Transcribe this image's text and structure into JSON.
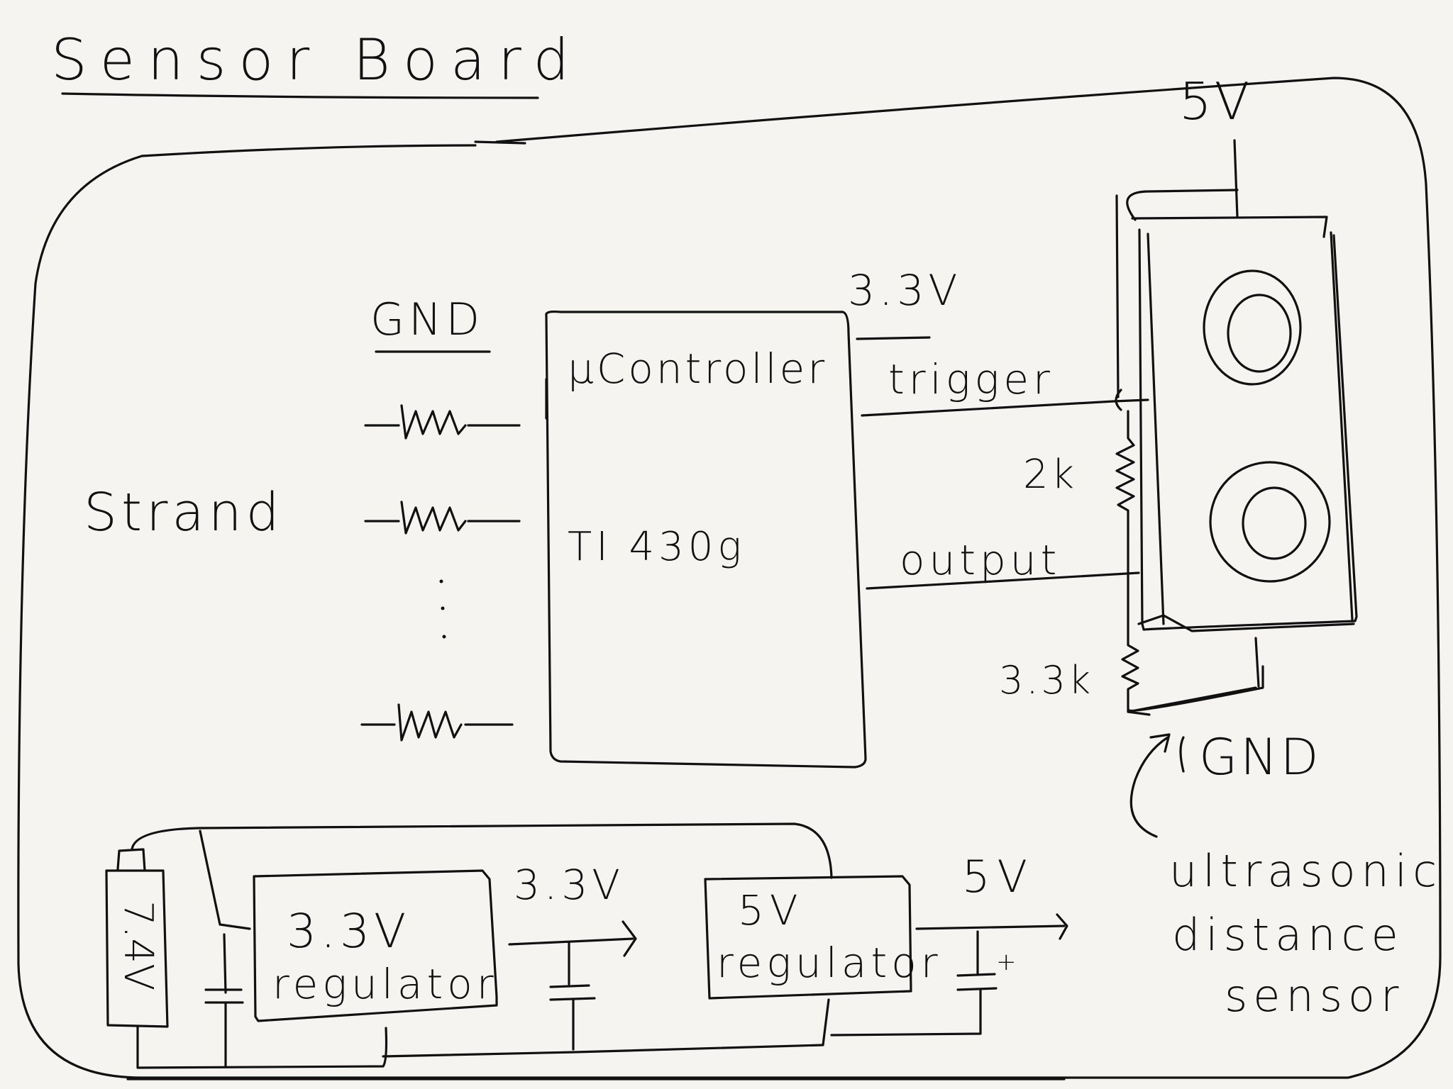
{
  "title": "Sensor Board",
  "strand": {
    "label": "Strand",
    "gnd_label": "GND",
    "resistor_symbol": "—\\/\\/\\/—",
    "ellipsis": "⋮"
  },
  "mcu": {
    "label": "μController",
    "model": "TI 430g"
  },
  "sensor_side": {
    "rail_3v3": "3.3V",
    "trigger": "trigger",
    "output": "output",
    "r_top": "2k",
    "r_bottom": "3.3k",
    "supply": "5V",
    "ground": "GND",
    "caption_line1": "ultrasonic",
    "caption_line2": "distance",
    "caption_line3": "sensor"
  },
  "power": {
    "battery": "7.4V",
    "reg_3v3_line1": "3.3V",
    "reg_3v3_line2": "regulator",
    "reg_5v_line1": "5V",
    "reg_5v_line2": "regulator",
    "out_3v3": "3.3V",
    "out_5v": "5V",
    "cap_polarity": "+"
  },
  "colors": {
    "ink": "#111111",
    "paper": "#f5f4f0"
  }
}
